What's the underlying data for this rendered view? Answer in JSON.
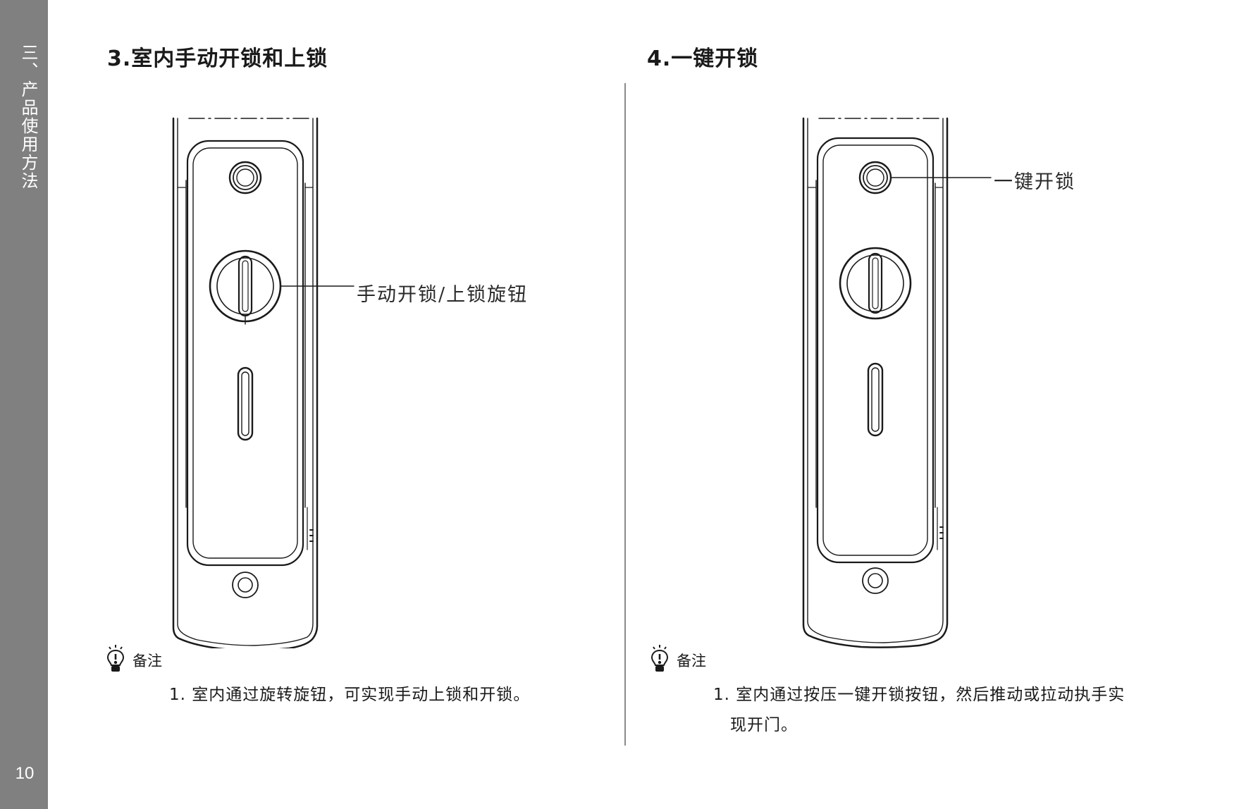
{
  "sidebar": {
    "title": "三、产品使用方法",
    "page_number": "10"
  },
  "left_section": {
    "title": "3.室内手动开锁和上锁",
    "callout": "手动开锁/上锁旋钮",
    "note_label": "备注",
    "note_text": "1. 室内通过旋转旋钮，可实现手动上锁和开锁。"
  },
  "right_section": {
    "title": "4.一键开锁",
    "callout": "一键开锁",
    "note_label": "备注",
    "note_line1": "1. 室内通过按压一键开锁按钮，然后推动或拉动执手实",
    "note_line2": "现开门。"
  },
  "icons": {
    "note": "lightbulb-icon"
  },
  "colors": {
    "sidebar_band": "#808080",
    "line_art": "#1a1a1a"
  }
}
